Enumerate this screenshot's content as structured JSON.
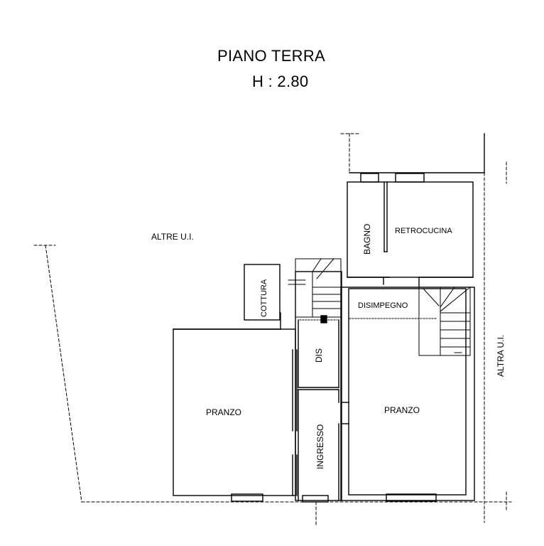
{
  "header": {
    "floor_name": "PIANO TERRA",
    "height": "H : 2.80"
  },
  "rooms": {
    "bagno": "BAGNO",
    "retrocucina": "RETROCUCINA",
    "cottura": "COTTURA",
    "disimpegno": "DISIMPEGNO",
    "dis": "DIS",
    "pranzo_left": "PRANZO",
    "pranzo_right": "PRANZO",
    "ingresso": "INGRESSO"
  },
  "adjacent": {
    "altre_ui": "ALTRE U.I.",
    "altra_ui": "ALTRA U.I."
  }
}
